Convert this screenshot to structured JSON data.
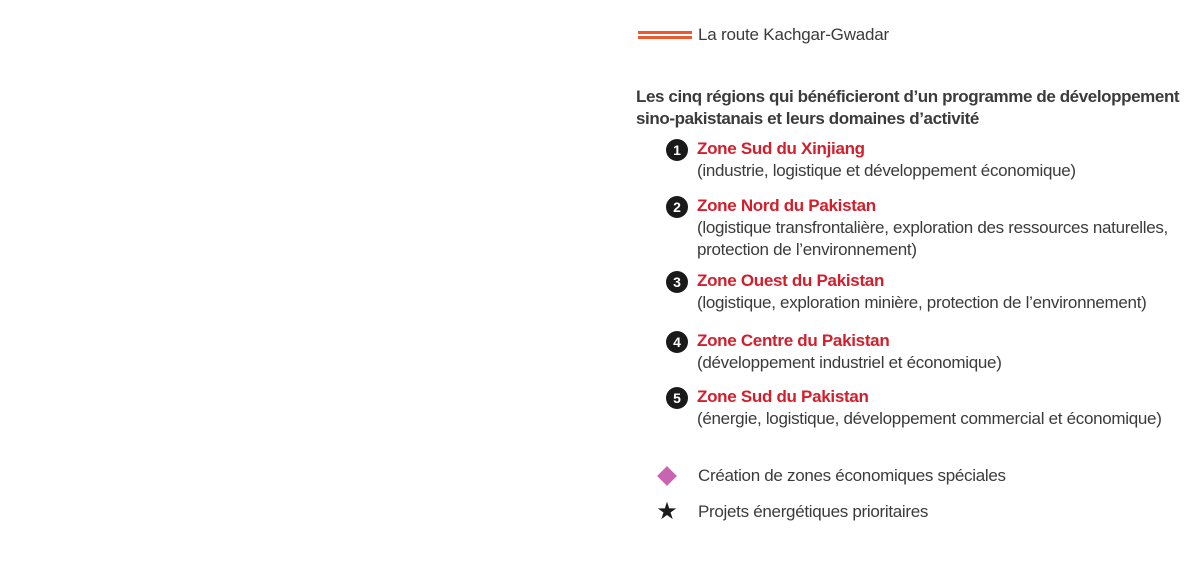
{
  "legend": {
    "route": {
      "label": "La route Kachgar-Gwadar",
      "color": "#ec5a2e"
    },
    "regions_title": "Les cinq régions qui bénéficieront d’un programme de développement sino-pakistanais et leurs domaines d’activité",
    "regions": [
      {
        "number": "1",
        "name": "Zone Sud du Xinjiang",
        "description": "(industrie, logistique et développement économique)"
      },
      {
        "number": "2",
        "name": "Zone Nord du Pakistan",
        "description": "(logistique transfrontalière, exploration des ressources naturelles, protection de l’environnement)"
      },
      {
        "number": "3",
        "name": "Zone Ouest du Pakistan",
        "description": "(logistique, exploration minière, protection de l’environnement)"
      },
      {
        "number": "4",
        "name": "Zone Centre du Pakistan",
        "description": "(développement industriel et économique)"
      },
      {
        "number": "5",
        "name": "Zone Sud du Pakistan",
        "description": "(énergie, logistique, développement commercial et économique)"
      }
    ],
    "symbols": [
      {
        "icon": "diamond-icon",
        "color": "#c864b0",
        "label": "Création de zones économiques spéciales"
      },
      {
        "icon": "star-icon",
        "color": "#1a1a1a",
        "label": "Projets énergétiques prioritaires"
      }
    ],
    "colors": {
      "region_name": "#d41e2b",
      "text": "#3b3b3b",
      "badge": "#1a1a1a"
    }
  }
}
